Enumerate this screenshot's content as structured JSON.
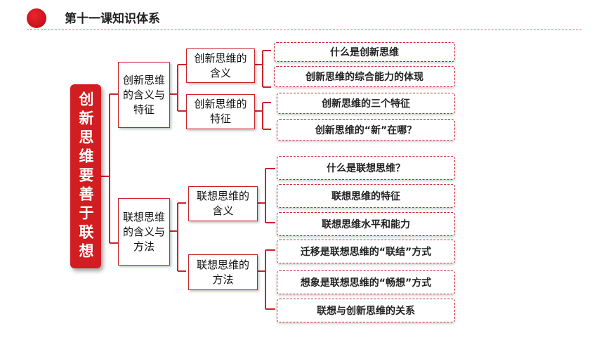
{
  "header": {
    "title": "第十一课知识体系"
  },
  "root": {
    "label": "创新思维要善于联想"
  },
  "branches": [
    {
      "label": "创新思维的含义与特征",
      "children": [
        {
          "label": "创新思维的含义",
          "leaves": [
            "什么是创新思维",
            "创新思维的综合能力的体现"
          ]
        },
        {
          "label": "创新思维的特征",
          "leaves": [
            "创新思维的三个特征",
            "创新思维的“新”在哪？"
          ]
        }
      ]
    },
    {
      "label": "联想思维的含义与方法",
      "children": [
        {
          "label": "联想思维的含义",
          "leaves": [
            "什么是联想思维？",
            "联想思维的特征",
            "联想思维水平和能力"
          ]
        },
        {
          "label": "联想思维的方法",
          "leaves": [
            "迁移是联想思维的“联结”方式",
            "想象是联想思维的“畅想”方式",
            "联想与创新思维的关系"
          ]
        }
      ]
    }
  ],
  "colors": {
    "accent": "#c9252c",
    "root_bg": "#d21d22"
  }
}
